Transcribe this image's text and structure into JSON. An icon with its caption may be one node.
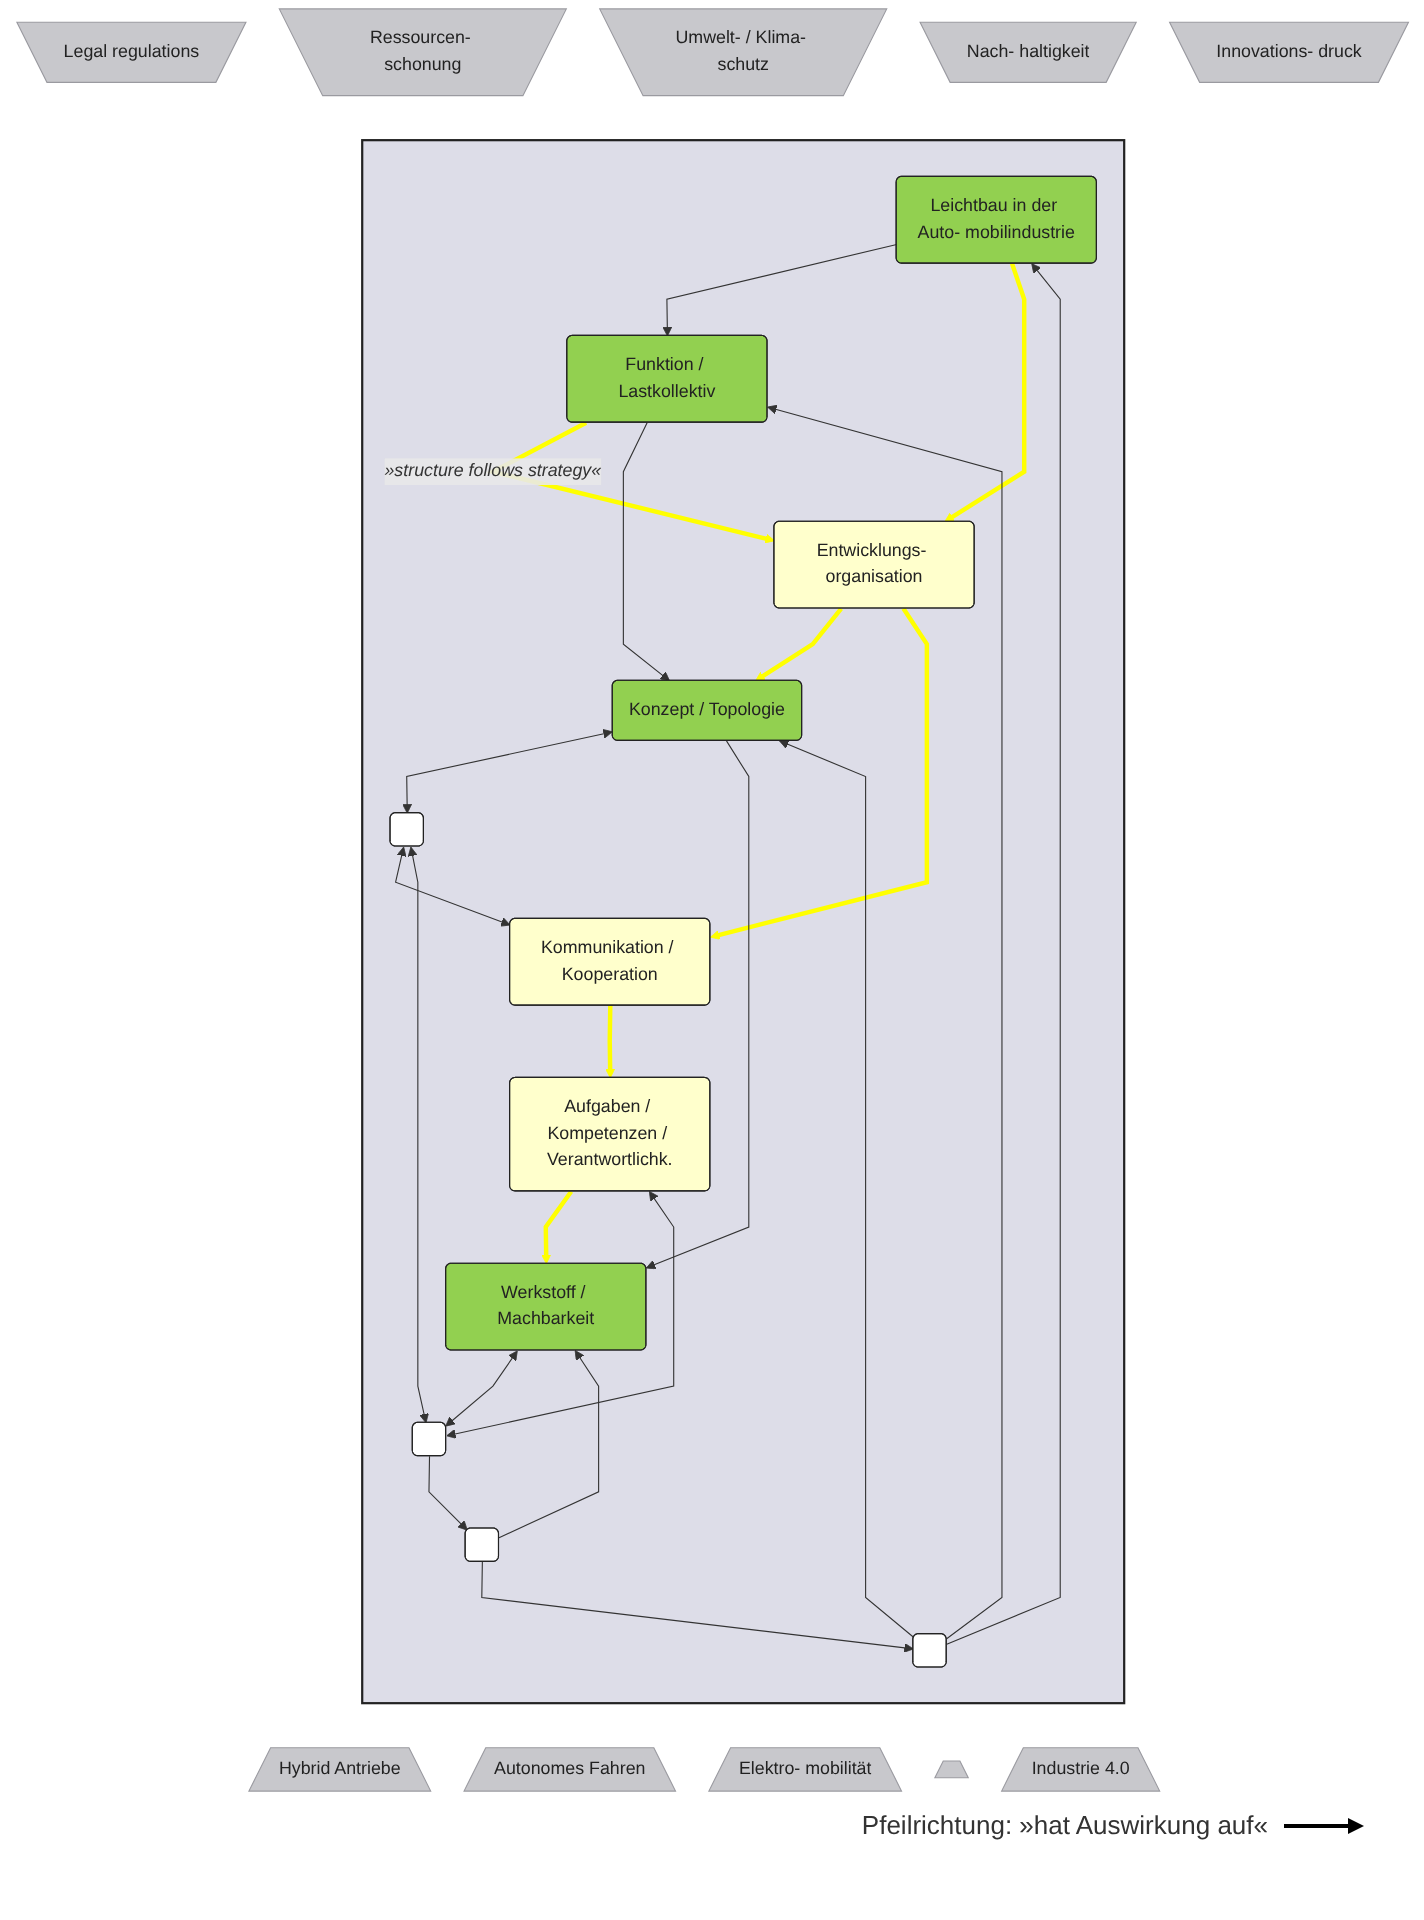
{
  "diagram": {
    "nodes": [
      {
        "text": [
          "Legal regulations"
        ]
      },
      {
        "text": [
          "Ressourcen- schonung"
        ]
      },
      {
        "text": [
          "Umwelt- / Klima- schutz"
        ]
      },
      {
        "text": [
          "Nach- haltigkeit"
        ]
      },
      {
        "text": [
          "Innovations- druck"
        ]
      },
      {
        "text": [],
        "shape": "box"
      },
      {
        "text": [
          "Leichtbau in der Auto- mobilindustrie"
        ],
        "in": 5
      },
      {
        "text": [
          "Funktion / Lastkollektiv"
        ],
        "in": 5
      },
      {
        "text": [
          "Entwicklungs- organisation"
        ],
        "in": 5
      },
      {
        "text": [
          "Konzept / Topologie"
        ],
        "in": 5
      },
      {
        "text": [],
        "shape": "box",
        "in": 5
      },
      {
        "text": [
          "Kommunikation / Kooperation"
        ],
        "in": 5
      },
      {
        "text": [
          "Werkstoff / Machbarkeit"
        ],
        "in": 5
      },
      {
        "text": [],
        "shape": "box",
        "in": 5
      },
      {
        "text": [
          "Aufgaben / Kompetenzen / Verantwortlichk."
        ],
        "in": 5
      },
      {
        "text": [],
        "shape": "box",
        "in": 5
      },
      {
        "text": [],
        "shape": "box",
        "in": 5
      },
      {
        "text": [
          "Hybrid Antriebe"
        ]
      },
      {
        "text": [
          "Autonomes Fahren"
        ]
      },
      {
        "text": [
          "Elektro- mobilität"
        ]
      },
      {
        "text": [],
        "shape": "arrow"
      },
      {
        "text": [
          "Industrie 4.0"
        ]
      }
    ],
    "edges": [
      {
        "from": 6,
        "to": 7,
        "arrow": "to"
      },
      {
        "from": 6,
        "to": 8,
        "arrow": "to",
        "style": "thick",
        "color": "#ffff00"
      },
      {
        "from": 7,
        "to": 8,
        "arrow": "to",
        "label": "»structure follows strategy«",
        "style": "thick",
        "color": "#ffff00"
      },
      {
        "from": 8,
        "to": 9,
        "arrow": "to",
        "style": "thick",
        "color": "#ffff00"
      },
      {
        "from": 8,
        "to": 11,
        "arrow": "to",
        "style": "thick",
        "color": "#ffff00"
      },
      {
        "from": 11,
        "to": 14,
        "arrow": "to",
        "style": "thick",
        "color": "#ffff00"
      },
      {
        "from": 7,
        "to": 9,
        "arrow": "to"
      },
      {
        "from": 9,
        "to": 10,
        "arrow": "both"
      },
      {
        "from": 10,
        "to": 11,
        "arrow": "both"
      },
      {
        "from": 10,
        "to": 13,
        "arrow": "both"
      },
      {
        "from": 9,
        "to": 12,
        "arrow": "to"
      },
      {
        "from": 12,
        "to": 13,
        "arrow": "both"
      },
      {
        "from": 13,
        "to": 14,
        "arrow": "both"
      },
      {
        "from": 14,
        "to": 12,
        "arrow": "to",
        "style": "thick",
        "color": "#ffff00"
      },
      {
        "from": 13,
        "to": 16,
        "arrow": "to"
      },
      {
        "from": 16,
        "to": 12,
        "arrow": "to"
      },
      {
        "from": 16,
        "to": 15,
        "arrow": "to"
      },
      {
        "from": 15,
        "to": 6,
        "arrow": "to"
      },
      {
        "from": 15,
        "to": 7,
        "arrow": "to"
      },
      {
        "from": 15,
        "to": 9,
        "arrow": "to"
      }
    ],
    "legend": [
      {
        "text": "Pfeilrichtung: »hat Auswirkung auf«"
      }
    ]
  }
}
